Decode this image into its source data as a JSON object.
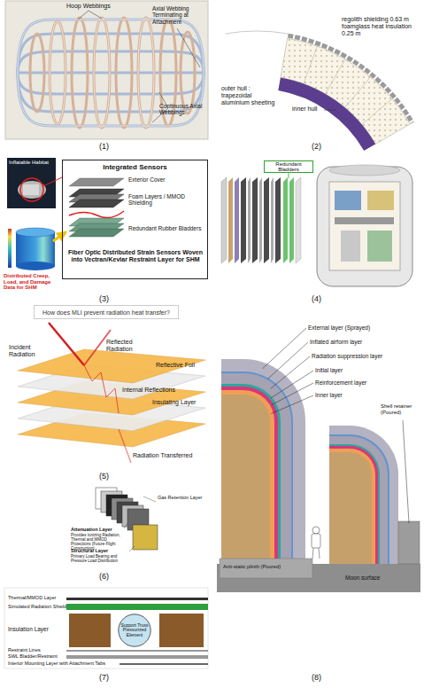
{
  "diagram": {
    "nodes": [
      {
        "text": [
          "Integrated Sensors"
        ]
      },
      {
        "text": [
          "Redundant Bladders"
        ]
      },
      {
        "text": [
          "How does MLI prevent radiation heat transfer?"
        ]
      },
      {
        "text": [
          "Support Truss Pressurized Element"
        ]
      }
    ],
    "labels": [
      "Hoop Webbings",
      "Axial Webbing Terminating at Attachment",
      "Continuous Axial Webbings",
      "(1)",
      "regolith shielding 0.63 m foamglass heat insulation 0.25 m",
      "outer hull : trapezoidal aluminium sheeting",
      "inner hull",
      "(2)",
      "Inflatable Habitat",
      "Exterior Cover",
      "Foam Layers / MMOD Shielding",
      "Redundant Rubber Bladders",
      "Fiber Optic Distributed Strain Sensors Woven into Vectran/Kevlar Restraint Layer for SHM",
      "Distributed Creep, Load, and Damage Data for SHM",
      "(3)",
      "(4)",
      "Incident Radiation",
      "Reflected Radiation",
      "Reflective Foil",
      "Internal Reflections",
      "Insulating Layer",
      "Radiation Transferred",
      "(5)",
      "Gas Retention Layer",
      "Attenuation Layer",
      "Provides Ionizing Radiation, Thermal and MMOD Protections (Future Flight Construction)",
      "Structural Layer",
      "Primary Load Bearing and Pressure Load Distribution",
      "(6)",
      "Thermal/MMOD Layer",
      "Simulated Radiation Shield",
      "Insulation Layer",
      "Restraint Lines",
      "SWL Bladder/Restraint",
      "Interior Mounting Layer with Attachment Tabs",
      "(7)",
      "External layer (Sprayed)",
      "Inflated airform layer",
      "Radiation suppression layer",
      "Initial layer",
      "Reinforcement layer",
      "Inner layer",
      "Shell retainer (Poured)",
      "Moon surface",
      "Anti-static plinth (Poured)",
      "(8)"
    ]
  }
}
